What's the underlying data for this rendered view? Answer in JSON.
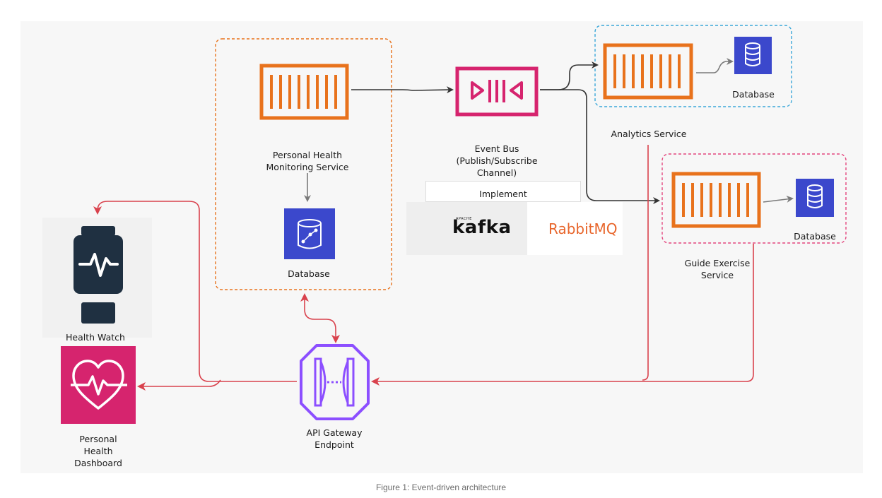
{
  "labels": {
    "phm_service": "Personal Health\nMonitoring Service",
    "phm_database": "Database",
    "event_bus": "Event Bus\n(Publish/Subscribe\nChannel)",
    "implement": "Implement",
    "analytics_service": "Analytics Service",
    "analytics_database": "Database",
    "guide_exercise_service": "Guide Exercise\nService",
    "guide_database": "Database",
    "health_watch": "Health Watch",
    "dashboard": "Personal\nHealth\nDashboard",
    "api_gateway": "API Gateway\nEndpoint"
  },
  "logos": {
    "kafka_small": "APACHE",
    "kafka_word": "kafka",
    "rabbit_word": "RabbitMQ"
  },
  "caption": "Figure 1: Event-driven architecture",
  "colors": {
    "orange": "#e8721c",
    "magenta": "#d6246e",
    "blue_db": "#3b48cc",
    "purple_gateway": "#8c4fff",
    "red_arrow": "#d9424d",
    "dark_arrow": "#333333",
    "grey_arrow": "#7a7a7a",
    "cyan_dashed": "#3aa7d9",
    "pink_dashed": "#e4477f",
    "dark_watch": "#1f3041"
  },
  "icons": [
    "queue-icon",
    "event-bus-icon",
    "database-icon",
    "database-graph-icon",
    "watch-pulse-icon",
    "heart-pulse-icon",
    "api-gateway-icon",
    "kafka-logo-icon",
    "rabbitmq-logo-icon"
  ]
}
